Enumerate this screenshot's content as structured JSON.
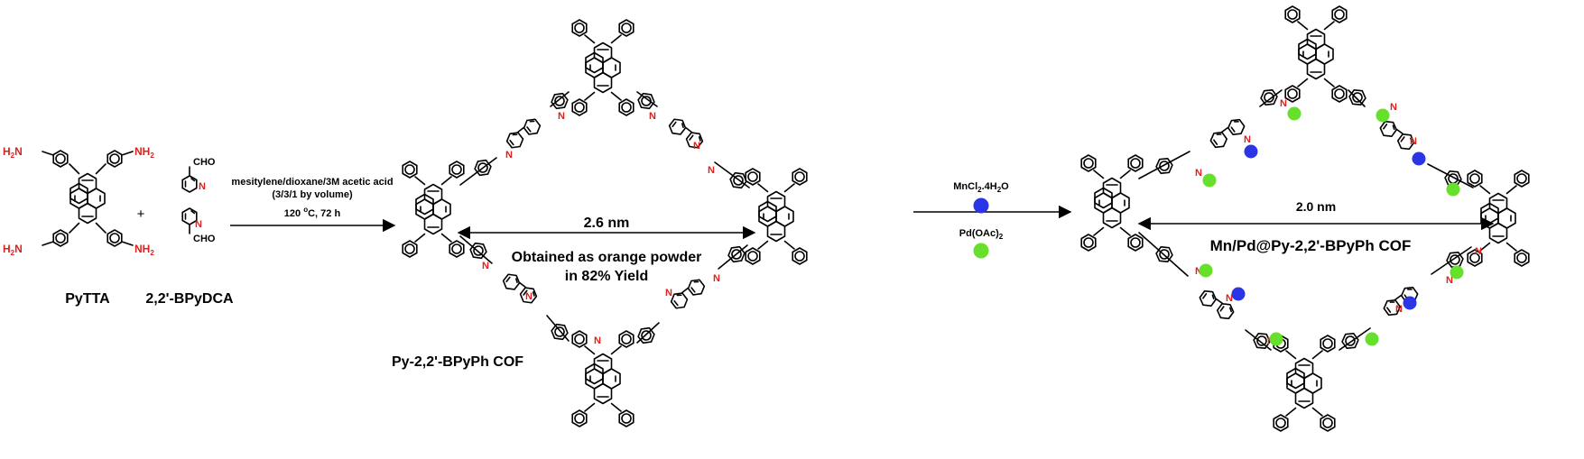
{
  "reactants": {
    "pytta": {
      "name": "PyTTA",
      "amine_label": "NH",
      "amine_sub": "2",
      "amine_prefix": "H",
      "amine_prefix_sub": "2",
      "amine_prefix_tail": "N"
    },
    "plus": "+",
    "bpydca": {
      "name": "2,2'-BPyDCA",
      "aldehyde_label": "CHO"
    }
  },
  "step1": {
    "line1": "mesitylene/dioxane/3M acetic acid",
    "line2": "(3/3/1 by volume)",
    "line3_pre": "120 ",
    "line3_sup": "o",
    "line3_post": "C, 72 h"
  },
  "cof1": {
    "name": "Py-2,2'-BPyPh COF",
    "pore_size": "2.6 nm",
    "note_line1": "Obtained as orange powder",
    "note_line2": "in 82% Yield"
  },
  "step2": {
    "mn_pre": "MnCl",
    "mn_sub": "2",
    "mn_post": ".4H",
    "mn_sub2": "2",
    "mn_tail": "O",
    "pd_pre": "Pd(OAc)",
    "pd_sub": "2"
  },
  "cof2": {
    "name": "Mn/Pd@Py-2,2'-BPyPh  COF",
    "pore_size": "2.0 nm"
  },
  "atom_labels": {
    "nitrogen": "N"
  },
  "colors": {
    "mn_marker": "#2b35e6",
    "pd_marker": "#66e02a",
    "heteroatom": "#e0201b"
  }
}
